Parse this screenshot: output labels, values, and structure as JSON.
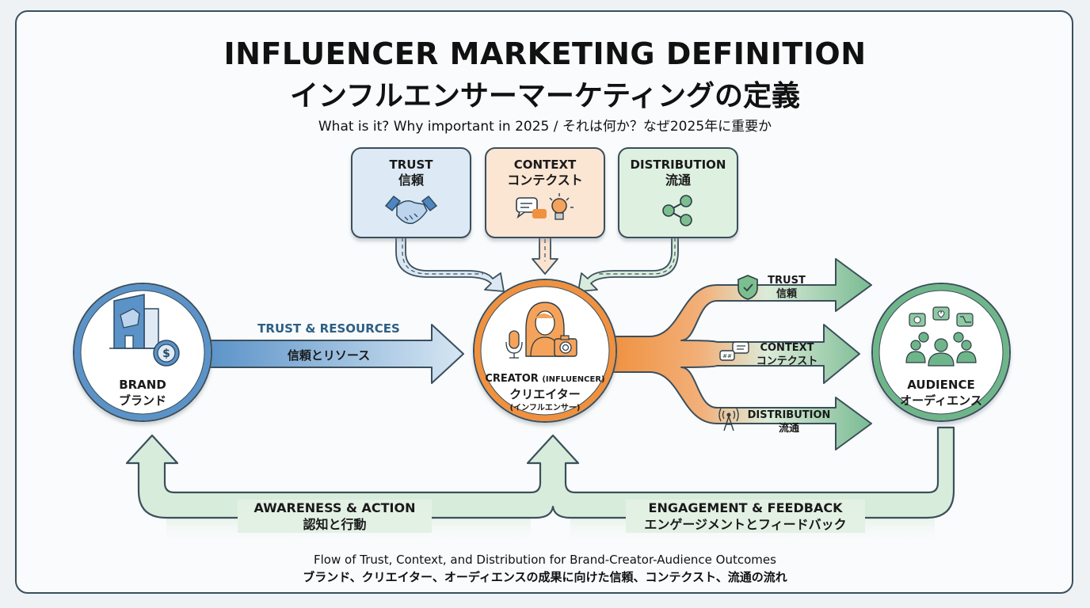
{
  "header": {
    "title_en": "INFLUENCER MARKETING DEFINITION",
    "title_ja": "インフルエンサーマーケティングの定義",
    "subtitle": "What is it? Why important in 2025 / それは何か？なぜ2025年に重要か"
  },
  "pillars": [
    {
      "label_en": "TRUST",
      "label_ja": "信頼",
      "icon": "handshake-icon",
      "color": "#dde9f5"
    },
    {
      "label_en": "CONTEXT",
      "label_ja": "コンテクスト",
      "icon": "chat-lightbulb-icon",
      "color": "#fbe5d3"
    },
    {
      "label_en": "DISTRIBUTION",
      "label_ja": "流通",
      "icon": "share-icon",
      "color": "#def0e0"
    }
  ],
  "nodes": {
    "brand": {
      "label_en": "BRAND",
      "label_ja": "ブランド",
      "icon": "building-dollar-icon",
      "color": "#5b93c8"
    },
    "creator": {
      "label_en": "CREATOR",
      "label_en_sub": "(INFLUENCER)",
      "label_ja": "クリエイター",
      "label_ja_sub": "(インフルエンサー)",
      "icon": "creator-mic-camera-icon",
      "color": "#f0913f"
    },
    "audience": {
      "label_en": "AUDIENCE",
      "label_ja": "オーディエンス",
      "icon": "audience-group-icon",
      "color": "#6fb58a"
    }
  },
  "flows": {
    "brand_to_creator": {
      "label_en": "TRUST & RESOURCES",
      "label_ja": "信頼とリソース"
    },
    "creator_to_audience": [
      {
        "label_en": "TRUST",
        "label_ja": "信頼",
        "icon": "shield-check-icon"
      },
      {
        "label_en": "CONTEXT",
        "label_ja": "コンテクスト",
        "icon": "chat-bubbles-icon"
      },
      {
        "label_en": "DISTRIBUTION",
        "label_ja": "流通",
        "icon": "broadcast-tower-icon"
      }
    ],
    "loop_left": {
      "label_en": "AWARENESS & ACTION",
      "label_ja": "認知と行動"
    },
    "loop_right": {
      "label_en": "ENGAGEMENT & FEEDBACK",
      "label_ja": "エンゲージメントとフィードバック"
    }
  },
  "footer": {
    "caption_en": "Flow of Trust, Context, and Distribution for Brand-Creator-Audience Outcomes",
    "caption_ja": "ブランド、クリエイター、オーディエンスの成果に向けた信頼、コンテクスト、流通の流れ"
  }
}
